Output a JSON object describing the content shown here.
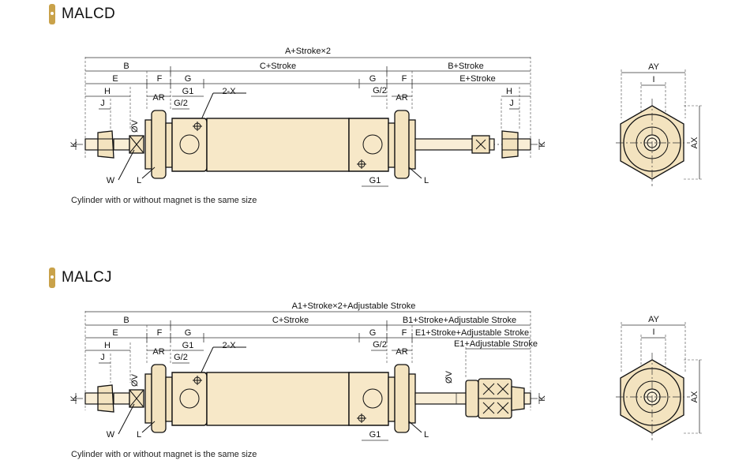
{
  "sections": [
    {
      "title": "MALCD",
      "note": "Cylinder with or without magnet is the same size",
      "labels": {
        "overall": "A+Stroke×2",
        "b_left": "B",
        "c": "C+Stroke",
        "b_right": "B+Stroke",
        "e_left": "E",
        "f_left": "F",
        "g_left": "G",
        "g_right": "G",
        "f_right": "F",
        "e_right": "E+Stroke",
        "h_left": "H",
        "ar_left": "AR",
        "g1_left": "G1",
        "port": "2-X",
        "g2_right": "G/2",
        "ar_right": "AR",
        "h_right": "H",
        "j_left": "J",
        "g2_left": "G/2",
        "j_right": "J",
        "k_left": "K",
        "ov": "ØV",
        "k_right": "K",
        "w": "W",
        "l_left": "L",
        "g1_right": "G1",
        "l_right": "L"
      }
    },
    {
      "title": "MALCJ",
      "note": "Cylinder with or without magnet is the same size",
      "labels": {
        "overall": "A1+Stroke×2+Adjustable Stroke",
        "b_left": "B",
        "c": "C+Stroke",
        "b_right": "B1+Stroke+Adjustable Stroke",
        "e_left": "E",
        "f_left": "F",
        "g_left": "G",
        "g_right": "G",
        "f_right": "F",
        "e_right": "E1+Stroke+Adjustable Stroke",
        "e1": "E1+Adjustable Stroke",
        "h_left": "H",
        "ar_left": "AR",
        "g1_left": "G1",
        "port": "2-X",
        "g2_right": "G/2",
        "ar_right": "AR",
        "j_left": "J",
        "g2_left": "G/2",
        "k_left": "K",
        "ov": "ØV",
        "ov_right": "ØV",
        "k_right": "K",
        "w": "W",
        "l_left": "L",
        "g1_right": "G1",
        "l_right": "L"
      }
    }
  ],
  "end_view": {
    "ay": "AY",
    "i": "I",
    "ax": "AX"
  },
  "colors": {
    "accent": "#c9a24a",
    "body_fill": "#f7e8c8"
  }
}
